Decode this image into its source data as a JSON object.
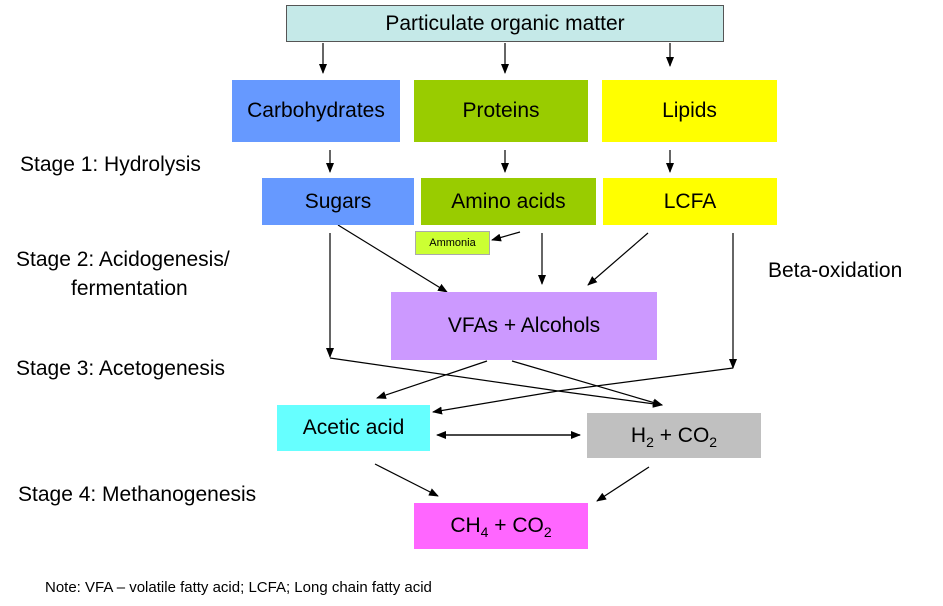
{
  "nodes": {
    "pom": {
      "label": "Particulate organic matter",
      "color": "#c5e9e8"
    },
    "carbohydrates": {
      "label": "Carbohydrates",
      "color": "#6699ff"
    },
    "proteins": {
      "label": "Proteins",
      "color": "#99cc00"
    },
    "lipids": {
      "label": "Lipids",
      "color": "#ffff00"
    },
    "sugars": {
      "label": "Sugars",
      "color": "#6699ff"
    },
    "amino_acids": {
      "label": "Amino acids",
      "color": "#99cc00"
    },
    "lcfa": {
      "label": "LCFA",
      "color": "#ffff00"
    },
    "ammonia": {
      "label": "Ammonia",
      "color": "#ccff33"
    },
    "vfas": {
      "label": "VFAs + Alcohols",
      "color": "#cc99ff"
    },
    "acetic_acid": {
      "label": "Acetic acid",
      "color": "#66ffff"
    },
    "h2co2": {
      "parts": [
        "H",
        "2",
        " + CO",
        "2"
      ],
      "color": "#c0c0c0"
    },
    "ch4co2": {
      "parts": [
        "CH",
        "4",
        " + CO",
        "2"
      ],
      "color": "#ff66ff"
    }
  },
  "stages": {
    "stage1": "Stage 1: Hydrolysis",
    "stage2_line1": "Stage 2: Acidogenesis/",
    "stage2_line2": "fermentation",
    "stage3": "Stage 3: Acetogenesis",
    "stage4": "Stage 4: Methanogenesis"
  },
  "beta_oxidation": "Beta-oxidation",
  "note": "Note: VFA – volatile fatty acid; LCFA; Long chain fatty acid"
}
